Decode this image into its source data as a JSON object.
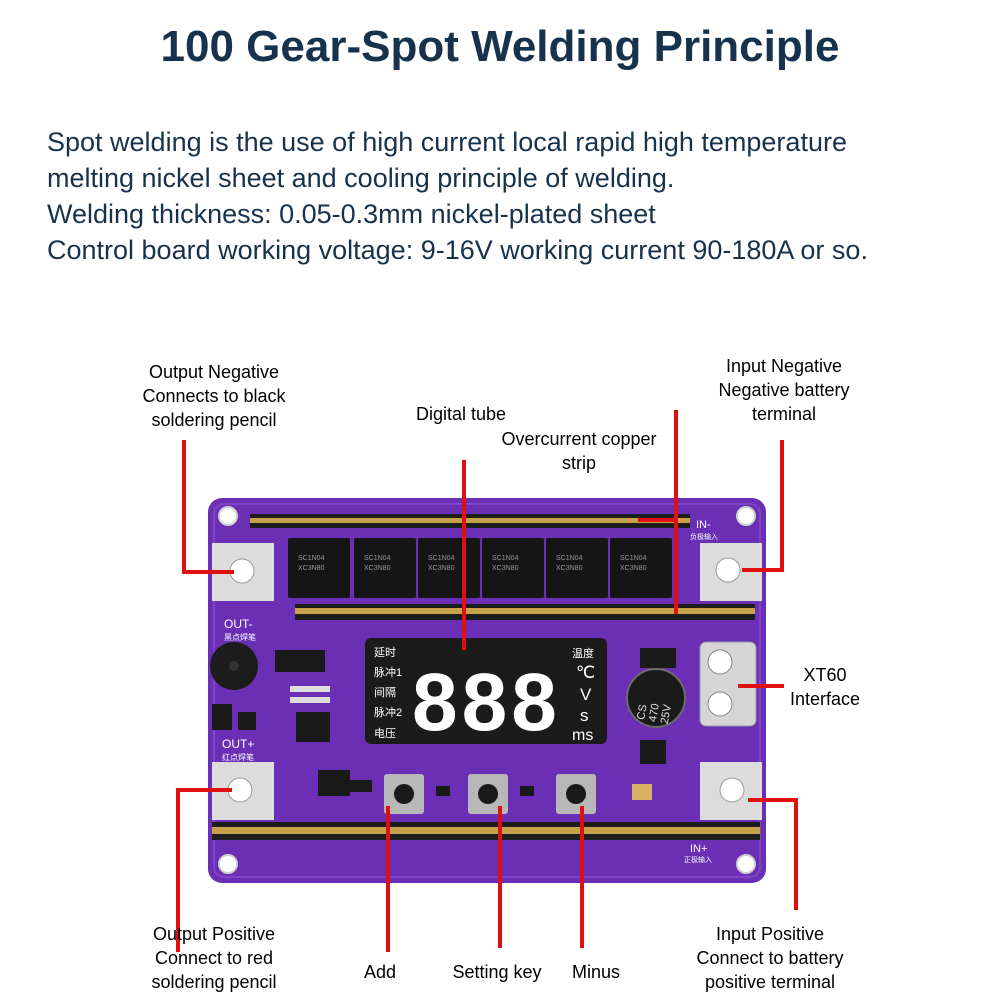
{
  "title": "100 Gear-Spot Welding Principle",
  "intro": [
    "Spot welding is the use of high current local rapid high temperature",
    "melting nickel sheet and cooling principle of welding.",
    "Welding thickness: 0.05-0.3mm nickel-plated sheet",
    "Control board working voltage: 9-16V working current 90-180A or so."
  ],
  "labels": {
    "output_negative": [
      "Output Negative",
      "Connects to black",
      "soldering pencil"
    ],
    "digital_tube": [
      "Digital tube"
    ],
    "overcurrent": [
      "Overcurrent copper",
      "strip"
    ],
    "input_negative": [
      "Input Negative",
      "Negative battery",
      "terminal"
    ],
    "xt60": [
      "XT60",
      "Interface"
    ],
    "output_positive": [
      "Output Positive",
      "Connect to red",
      "soldering pencil"
    ],
    "add": [
      "Add"
    ],
    "setting_key": [
      "Setting key"
    ],
    "minus": [
      "Minus"
    ],
    "input_positive": [
      "Input Positive",
      "Connect to battery",
      "positive terminal"
    ]
  },
  "board": {
    "silk_out_minus": "OUT-",
    "silk_out_minus_cn": "黑点焊笔",
    "silk_out_plus": "OUT+",
    "silk_out_plus_cn": "红点焊笔",
    "silk_in_minus": "IN-",
    "silk_in_minus_cn": "负极输入",
    "silk_in_plus": "IN+",
    "silk_in_plus_cn": "正极输入",
    "display_digits": "888",
    "display_left": [
      "延时",
      "脉冲1",
      "间隔",
      "脉冲2",
      "电压"
    ],
    "display_right": [
      "温度",
      "℃",
      "V",
      "s",
      "ms"
    ],
    "cap_text": [
      "CS",
      "470",
      "25V"
    ],
    "mosfet_text": [
      "SC1N04",
      "XC3N80"
    ]
  },
  "colors": {
    "pcb": "#6b2fb5",
    "copper": "#c8a24a",
    "leader": "#e01010",
    "title": "#17324d"
  }
}
